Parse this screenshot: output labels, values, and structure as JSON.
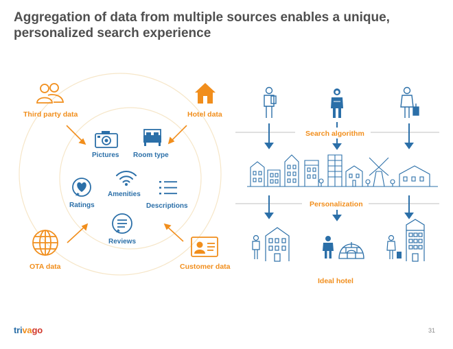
{
  "slide": {
    "title_line1": "Aggregation of data from multiple sources enables a unique,",
    "title_line2": "personalized search experience",
    "page_number": "31"
  },
  "sources": {
    "third_party": "Third party data",
    "hotel": "Hotel data",
    "ota": "OTA data",
    "customer": "Customer data"
  },
  "data_items": {
    "pictures": "Pictures",
    "room_type": "Room type",
    "amenities": "Amenities",
    "ratings": "Ratings",
    "descriptions": "Descriptions",
    "reviews": "Reviews"
  },
  "flow": {
    "search_algorithm": "Search algorithm",
    "personalization": "Personalization",
    "ideal_hotel": "Ideal hotel"
  },
  "brand": {
    "logo_part1": "tri",
    "logo_part2": "va",
    "logo_part3": "go"
  },
  "colors": {
    "orange": "#f18e1c",
    "blue": "#2b6fa8",
    "ring": "#f6e6c8",
    "title": "#4f4f4f"
  }
}
